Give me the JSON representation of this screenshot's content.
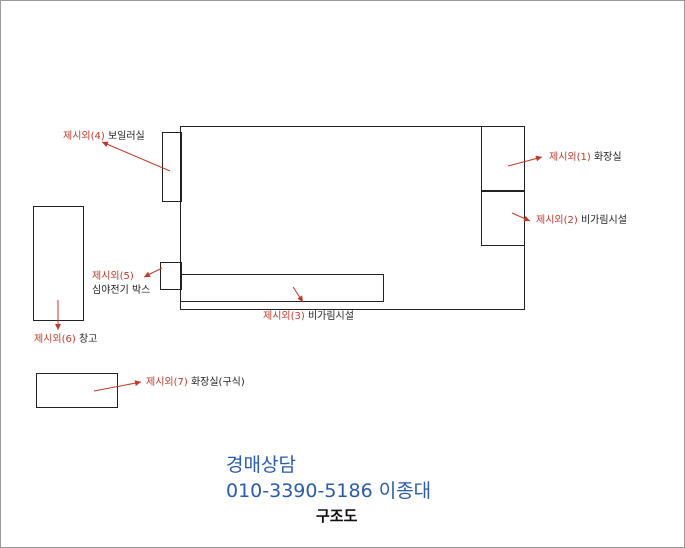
{
  "labels": {
    "boiler": {
      "red": "제시외(4)",
      "black": " 보일러실"
    },
    "toilet": {
      "red": "제시외(1)",
      "black": " 화장실"
    },
    "shelter2": {
      "red": "제시외(2)",
      "black": " 비가림시설"
    },
    "meter": {
      "red": "제시외(5)",
      "black": "",
      "line2": "심야전기 박스"
    },
    "shelter3": {
      "red": "제시외(3)",
      "black": " 비가림시설"
    },
    "storage": {
      "red": "제시외(6)",
      "black": " 창고"
    },
    "toilet_old": {
      "red": "제시외(7)",
      "black": " 화장실(구식)"
    }
  },
  "consult": {
    "line1": "경매상담",
    "line2": "010-3390-5186 이종대"
  },
  "title": "구조도",
  "colors": {
    "annotation": "#c0392b",
    "consult_text": "#2a5caa",
    "outline": "#222222"
  }
}
